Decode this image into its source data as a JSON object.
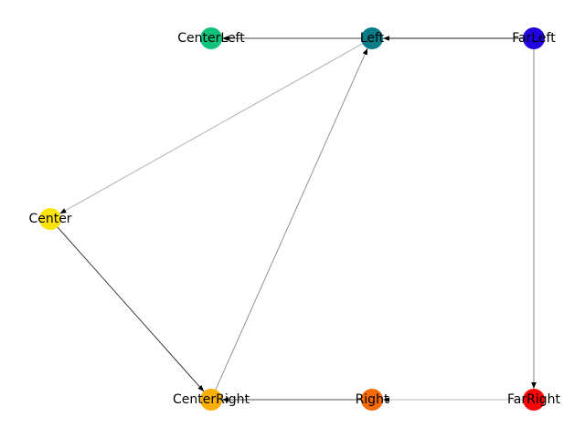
{
  "nodes": [
    {
      "id": "FarLeft",
      "label": "FarLeft",
      "color": "#2100e1"
    },
    {
      "id": "Left",
      "label": "Left",
      "color": "#0b7b88"
    },
    {
      "id": "CenterLeft",
      "label": "CenterLeft",
      "color": "#10c27a"
    },
    {
      "id": "Center",
      "label": "Center",
      "color": "#fbe30b"
    },
    {
      "id": "CenterRight",
      "label": "CenterRight",
      "color": "#fbae04"
    },
    {
      "id": "Right",
      "label": "Right",
      "color": "#f56a09"
    },
    {
      "id": "FarRight",
      "label": "FarRight",
      "color": "#f80505"
    }
  ],
  "edges": [
    {
      "from": "FarLeft",
      "to": "Left",
      "color": "#222222"
    },
    {
      "from": "Left",
      "to": "CenterLeft",
      "color": "#444444"
    },
    {
      "from": "FarLeft",
      "to": "FarRight",
      "color": "#777777"
    },
    {
      "from": "Left",
      "to": "Center",
      "color": "#aaaaaa"
    },
    {
      "from": "Center",
      "to": "CenterRight",
      "color": "#222222"
    },
    {
      "from": "CenterRight",
      "to": "Left",
      "color": "#888888"
    },
    {
      "from": "Right",
      "to": "CenterRight",
      "color": "#555555"
    },
    {
      "from": "FarRight",
      "to": "Right",
      "color": "#bbbbbb"
    }
  ]
}
